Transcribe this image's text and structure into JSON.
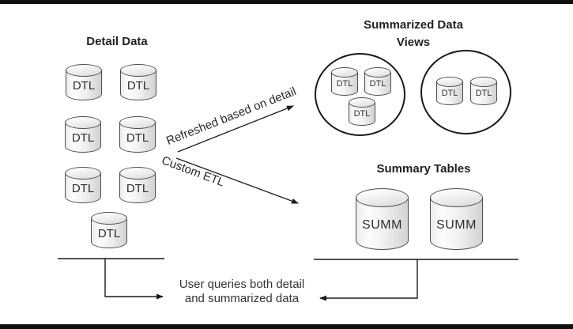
{
  "diagram": {
    "detail_data": {
      "title": "Detail Data",
      "cylinder_label": "DTL"
    },
    "summarized_views": {
      "title_line1": "Summarized Data",
      "title_line2": "Views",
      "cylinder_label": "DTL"
    },
    "summary_tables": {
      "title": "Summary Tables",
      "cylinder_label": "SUMM"
    },
    "arrows": {
      "refresh_label": "Refreshed based on detail",
      "etl_label": "Custom ETL"
    },
    "footer": {
      "query_note_line1": "User queries both detail",
      "query_note_line2": "and summarized data"
    },
    "colors": {
      "line": "#1a1a1a",
      "border_bar": "#101010",
      "cylinder_border": "#4d4d4d",
      "cylinder_fill_light": "#fdfdfd",
      "cylinder_fill_dark": "#d2d2d2",
      "text": "#231f20"
    }
  }
}
